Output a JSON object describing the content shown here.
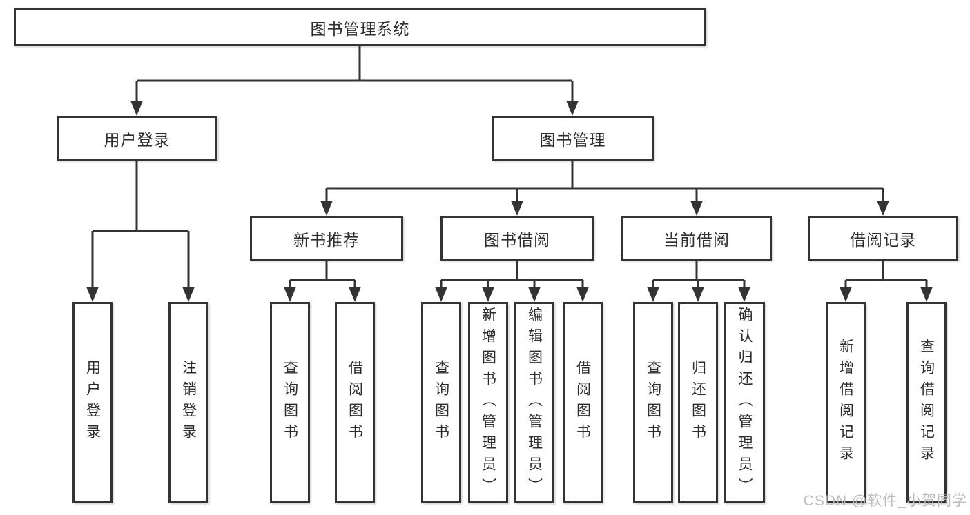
{
  "colors": {
    "line": "#333333",
    "box_border": "#333333",
    "box_background": "#ffffff",
    "text": "#2e2e2e",
    "watermark": "#b9b9b9"
  },
  "diagram": {
    "root": {
      "label": "图书管理系统"
    },
    "branches": [
      {
        "label": "用户登录",
        "children": [
          {
            "label": "用户登录"
          },
          {
            "label": "注销登录"
          }
        ]
      },
      {
        "label": "图书管理",
        "children": [
          {
            "label": "新书推荐",
            "children": [
              {
                "label": "查询图书"
              },
              {
                "label": "借阅图书"
              }
            ]
          },
          {
            "label": "图书借阅",
            "children": [
              {
                "label": "查询图书"
              },
              {
                "label": "新增图书（管理员）"
              },
              {
                "label": "编辑图书（管理员）"
              },
              {
                "label": "借阅图书"
              }
            ]
          },
          {
            "label": "当前借阅",
            "children": [
              {
                "label": "查询图书"
              },
              {
                "label": "归还图书"
              },
              {
                "label": "确认归还（管理员）"
              }
            ]
          },
          {
            "label": "借阅记录",
            "children": [
              {
                "label": "新增借阅记录"
              },
              {
                "label": "查询借阅记录"
              }
            ]
          }
        ]
      }
    ]
  },
  "watermark": {
    "text": "CSDN @软件_小贺同学"
  }
}
